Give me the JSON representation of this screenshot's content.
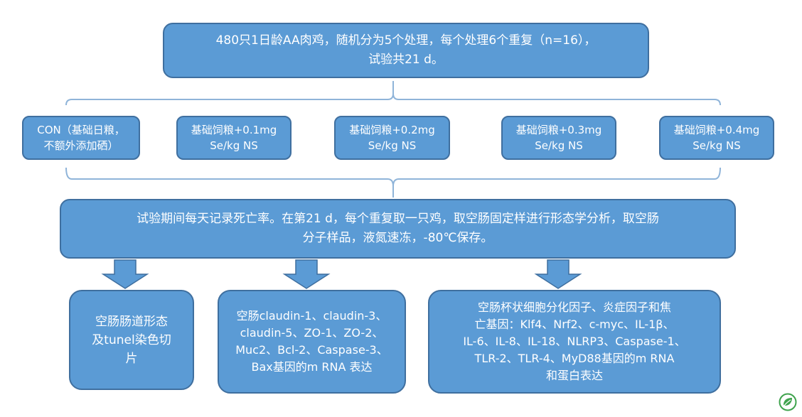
{
  "top": {
    "lines": [
      "480只1日龄AA肉鸡，随机分为5个处理，每个处理6个重复（n=16），",
      "试验共21 d。"
    ]
  },
  "treatments": [
    {
      "lines": [
        "CON（基础日粮，",
        "不额外添加硒）"
      ]
    },
    {
      "lines": [
        "基础饲粮+0.1mg",
        "Se/kg NS"
      ]
    },
    {
      "lines": [
        "基础饲粮+0.2mg",
        "Se/kg NS"
      ]
    },
    {
      "lines": [
        "基础饲粮+0.3mg",
        "Se/kg NS"
      ]
    },
    {
      "lines": [
        "基础饲粮+0.4mg",
        "Se/kg NS"
      ]
    }
  ],
  "middle": {
    "lines": [
      "试验期间每天记录死亡率。在第21 d，每个重复取一只鸡，取空肠固定样进行形态学分析，取空肠",
      "分子样品，液氮速冻，-80℃保存。"
    ]
  },
  "outputs": [
    {
      "lines": [
        "空肠肠道形态",
        "及tunel染色切",
        "片"
      ]
    },
    {
      "lines": [
        "空肠claudin-1、claudin-3、",
        "claudin-5、ZO-1、ZO-2、",
        "Muc2、Bcl-2、Caspase-3、",
        "Bax基因的m RNA 表达"
      ]
    },
    {
      "lines": [
        "空肠杯状细胞分化因子、炎症因子和焦",
        "亡基因：Klf4、Nrf2、c-myc、IL-1β、",
        "IL-6、IL-8、IL-18、NLRP3、Caspase-1、",
        "TLR-2、TLR-4、MyD88基因的m RNA",
        "和蛋白表达"
      ]
    }
  ],
  "colors": {
    "box_fill": "#5b9bd5",
    "box_border": "#3f6f9f",
    "brace": "#8fb4d9",
    "arrow": "#5b9bd5",
    "logo": "#3fa34d"
  },
  "icons": {
    "logo": "leaf-logo-icon"
  }
}
